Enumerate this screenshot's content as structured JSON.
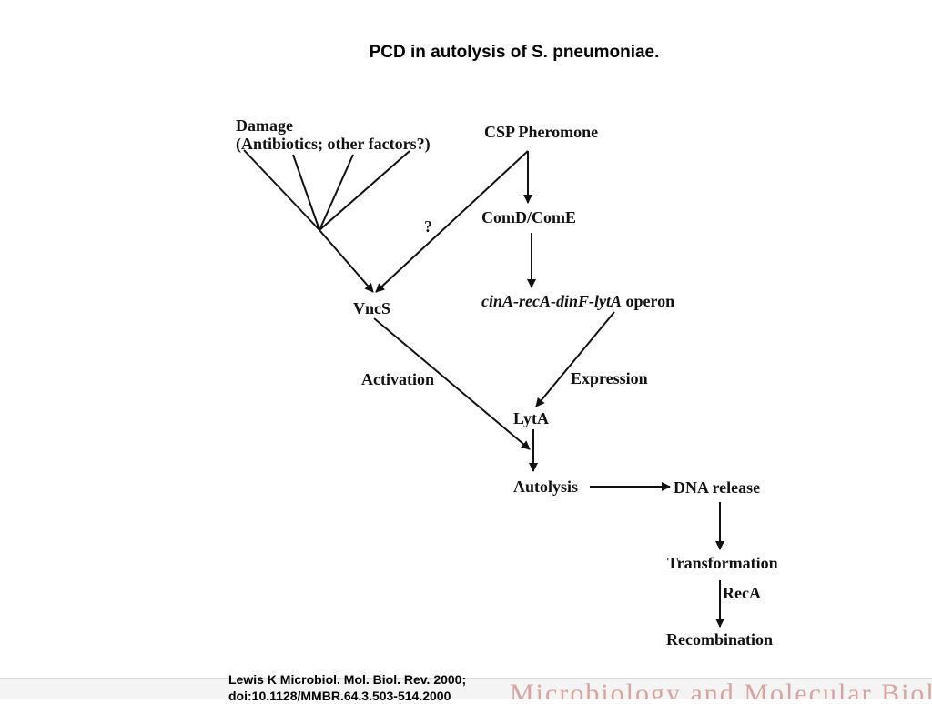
{
  "title": "PCD in autolysis of S. pneumoniae.",
  "nodes": {
    "damage_line1": "Damage",
    "damage_line2": "(Antibiotics; other factors?)",
    "csp": "CSP Pheromone",
    "comd": "ComD/ComE",
    "operon_italic": "cinA-recA-dinF-lytA",
    "operon_suffix": " operon",
    "vncs": "VncS",
    "lyta": "LytA",
    "autolysis": "Autolysis",
    "dna_release": "DNA release",
    "transformation": "Transformation",
    "recombination": "Recombination"
  },
  "edge_labels": {
    "question": "?",
    "activation": "Activation",
    "expression": "Expression",
    "reca": "RecA"
  },
  "citation": {
    "line1": "Lewis K Microbiol. Mol. Biol. Rev. 2000;",
    "line2": "doi:10.1128/MMBR.64.3.503-514.2000"
  },
  "footer": {
    "logo_text": "Microbiology and Molecular Biology Reviews"
  }
}
